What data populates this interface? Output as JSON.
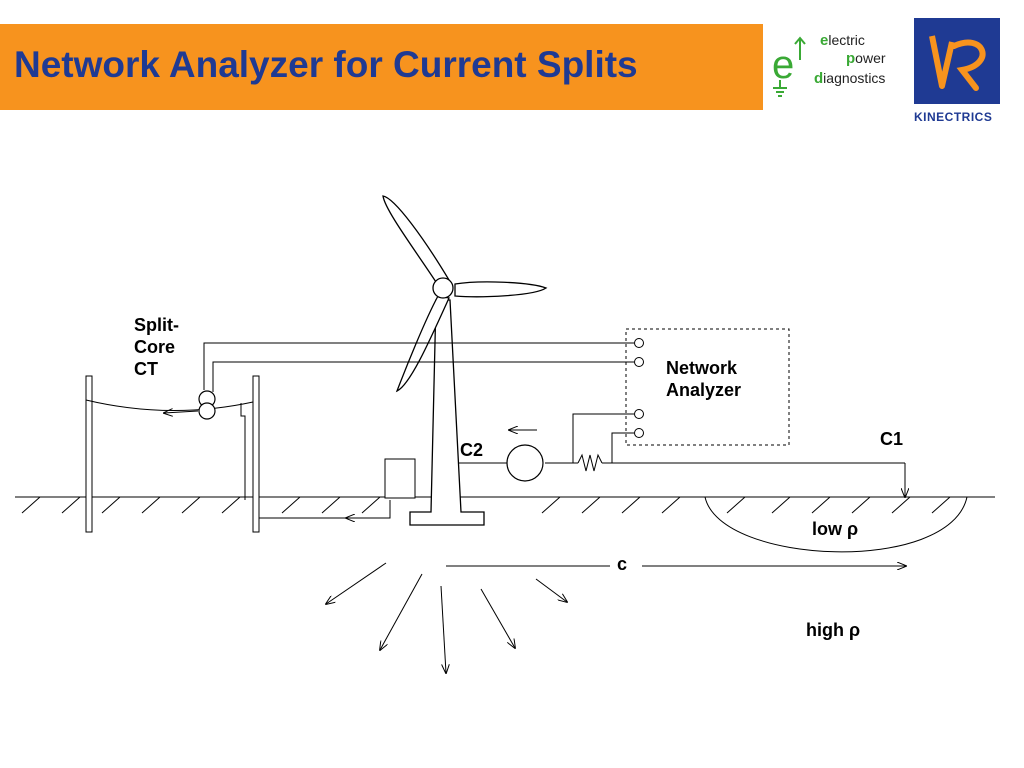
{
  "header": {
    "title": "Network Analyzer for Current Splits",
    "title_color": "#1f3a93",
    "bar_color": "#f7931e"
  },
  "logos": {
    "epd": {
      "line1_initial": "e",
      "line1_rest": "lectric",
      "line2_initial": "p",
      "line2_rest": "ower",
      "line3_initial": "d",
      "line3_rest": "iagnostics",
      "mark_color": "#3aa935"
    },
    "kinectrics": {
      "name": "KINECTRICS",
      "color": "#1f3a93",
      "accent": "#f7931e"
    }
  },
  "diagram": {
    "split_core_ct": [
      "Split-",
      "Core",
      "CT"
    ],
    "network_analyzer": [
      "Network",
      "Analyzer"
    ],
    "c2": "C2",
    "c1": "C1",
    "c": "c",
    "low_rho": "low ρ",
    "high_rho": "high ρ"
  }
}
